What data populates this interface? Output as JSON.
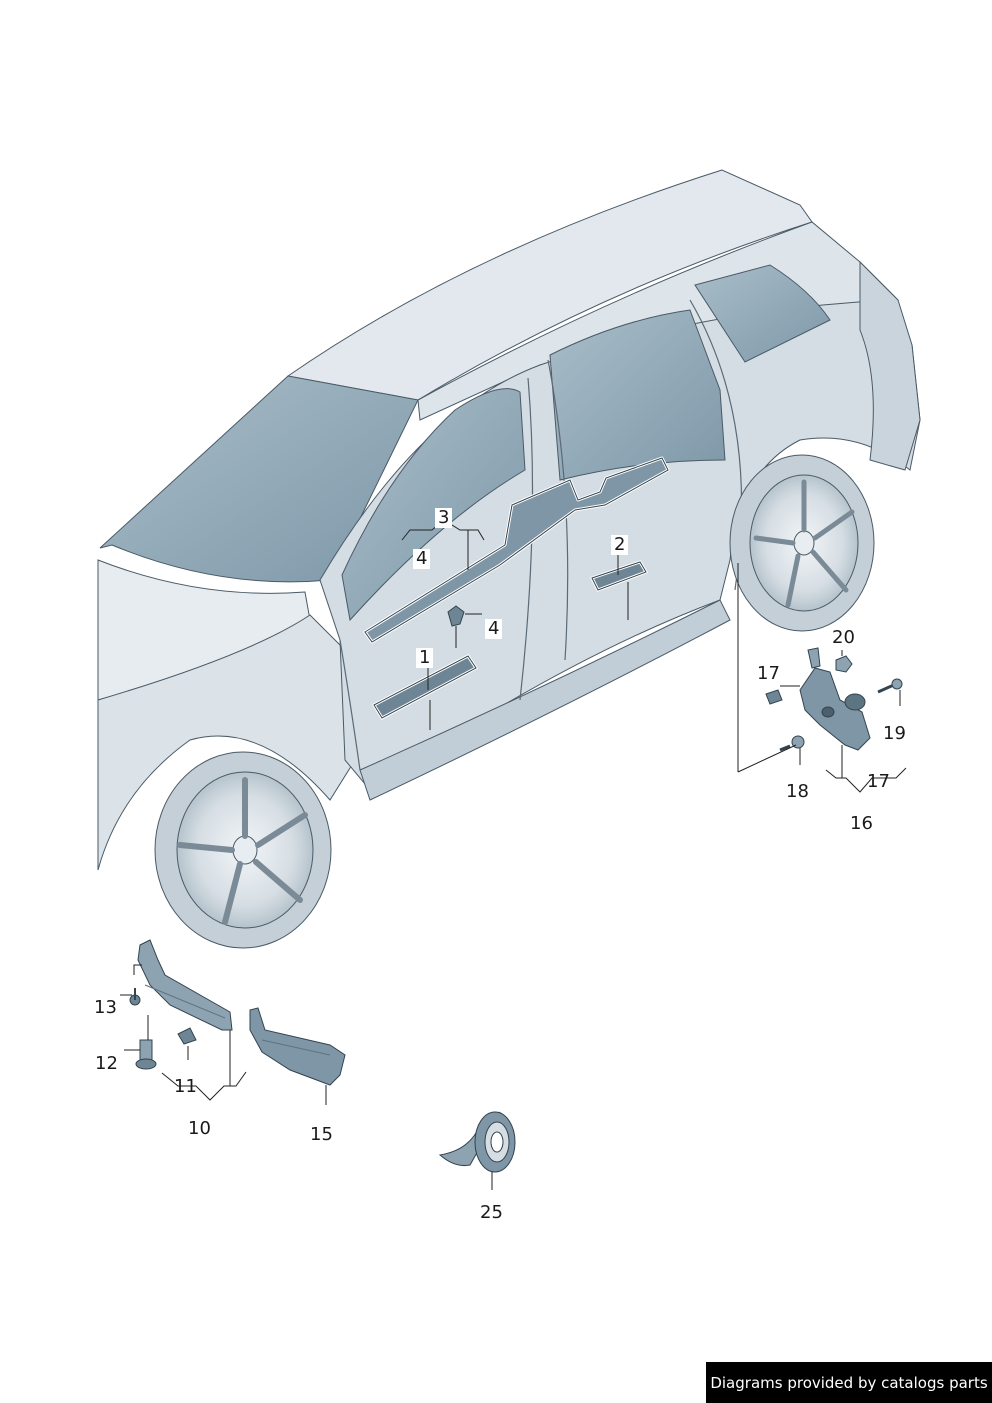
{
  "callouts": {
    "c1": "1",
    "c2": "2",
    "c3": "3",
    "c4a": "4",
    "c4b": "4",
    "c10": "10",
    "c11": "11",
    "c12": "12",
    "c13": "13",
    "c15": "15",
    "c16": "16",
    "c17a": "17",
    "c17b": "17",
    "c18": "18",
    "c19": "19",
    "c20": "20",
    "c25": "25"
  },
  "credit": "Diagrams provided by catalogs parts",
  "colors": {
    "body_light": "#e3e9ee",
    "body_mid": "#cfd9e1",
    "glass": "#8fa9b8",
    "outline": "#3a4a55",
    "part_dark": "#6d8594"
  }
}
